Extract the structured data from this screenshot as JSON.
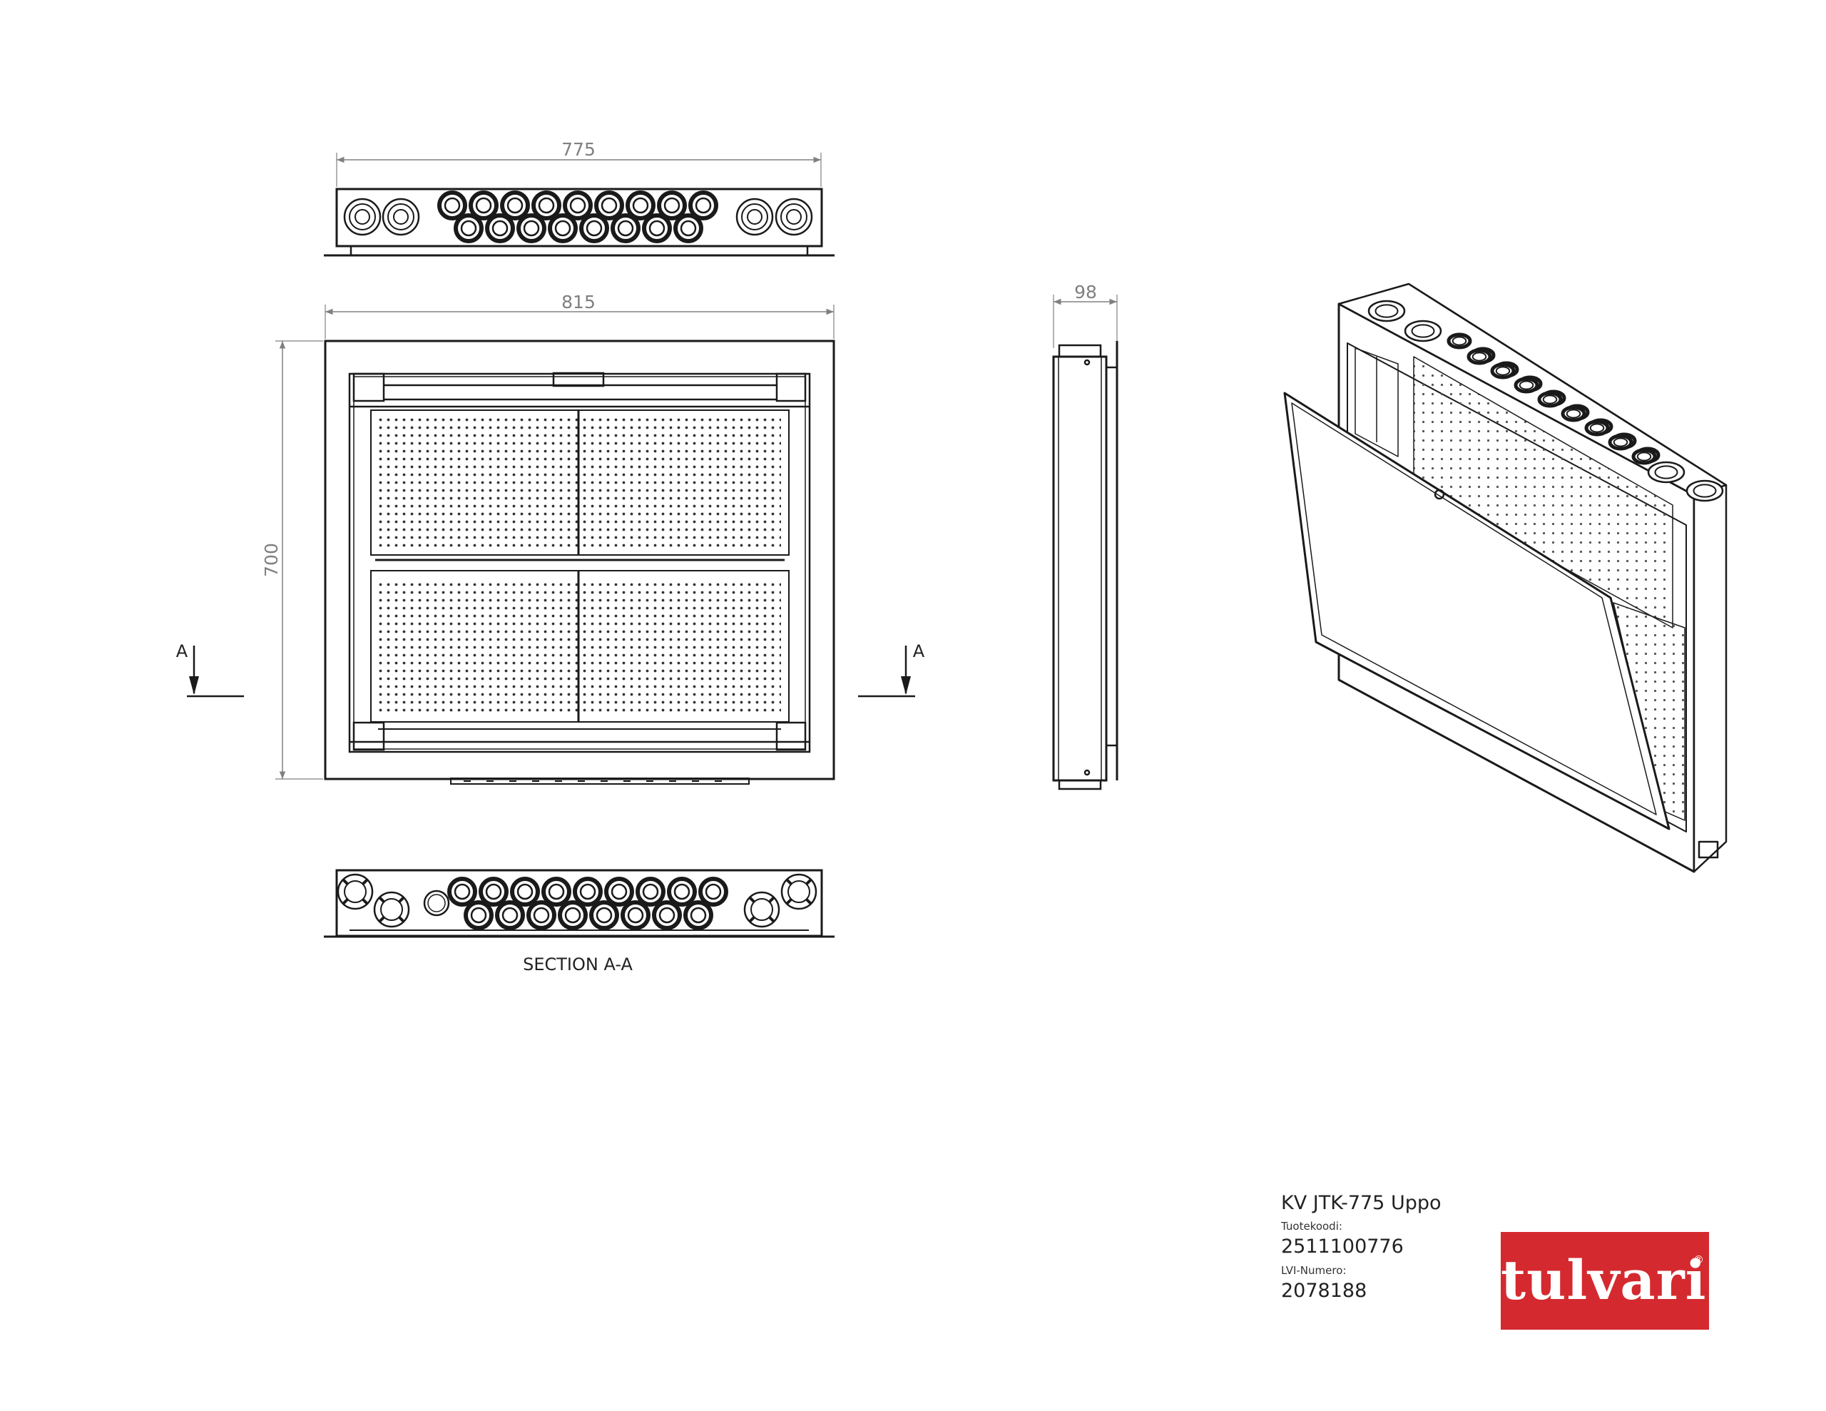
{
  "dimensions": {
    "top_width": "775",
    "front_width": "815",
    "front_height": "700",
    "side_depth": "98"
  },
  "section": {
    "marker_left": "A",
    "marker_right": "A",
    "caption": "SECTION A-A"
  },
  "title_block": {
    "product_name": "KV JTK-775 Uppo",
    "product_code_label": "Tuotekoodi:",
    "product_code": "2511100776",
    "lvi_label": "LVI-Numero:",
    "lvi_number": "2078188"
  },
  "logo": {
    "text": "tulvari",
    "registered_mark": "®",
    "background_color": "#d42a2f",
    "text_color": "#ffffff"
  },
  "colors": {
    "line": "#1a1a1a",
    "dimension": "#808080"
  }
}
